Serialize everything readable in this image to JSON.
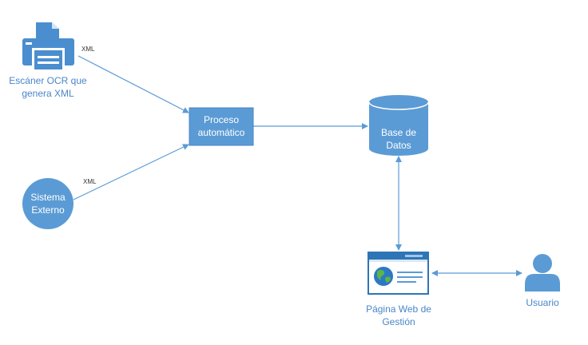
{
  "nodes": {
    "scanner": {
      "label": [
        "Escáner OCR que",
        "genera XML"
      ],
      "icon": "printer-icon"
    },
    "process": {
      "label": [
        "Proceso",
        "automático"
      ]
    },
    "database": {
      "label": [
        "Base de",
        "Datos"
      ],
      "icon": "database-icon"
    },
    "external": {
      "label": [
        "Sistema",
        "Externo"
      ]
    },
    "web": {
      "label": [
        "Página Web de",
        "Gestión"
      ],
      "icon": "web-page-icon"
    },
    "user": {
      "label": [
        "Usuario"
      ],
      "icon": "user-icon"
    }
  },
  "edges": {
    "scanner_process": "XML",
    "external_process": "XML"
  },
  "colors": {
    "primary": "#5b9bd5",
    "dark": "#2e75b6",
    "line": "#5b9bd5",
    "text_blue": "#4a86c8"
  }
}
